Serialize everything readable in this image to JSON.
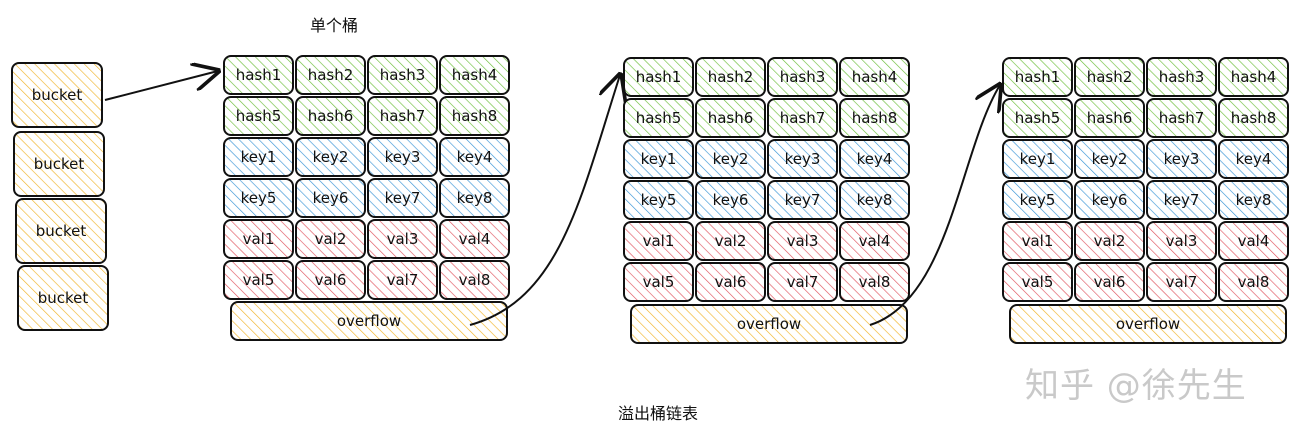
{
  "titles": {
    "single_bucket": "单个桶",
    "overflow_chain": "溢出桶链表"
  },
  "watermark": "知乎 @徐先生",
  "colors": {
    "hash": "#6cbf3a",
    "key": "#3a95d6",
    "val": "#e05560",
    "bucket": "#f0b429",
    "stroke": "#111111"
  },
  "bucket_array": [
    "bucket",
    "bucket",
    "bucket",
    "bucket"
  ],
  "bucket_block": {
    "hash_rows": [
      [
        "hash1",
        "hash2",
        "hash3",
        "hash4"
      ],
      [
        "hash5",
        "hash6",
        "hash7",
        "hash8"
      ]
    ],
    "key_rows": [
      [
        "key1",
        "key2",
        "key3",
        "key4"
      ],
      [
        "key5",
        "key6",
        "key7",
        "key8"
      ]
    ],
    "val_rows": [
      [
        "val1",
        "val2",
        "val3",
        "val4"
      ],
      [
        "val5",
        "val6",
        "val7",
        "val8"
      ]
    ],
    "overflow": "overflow"
  },
  "block_count": 3
}
